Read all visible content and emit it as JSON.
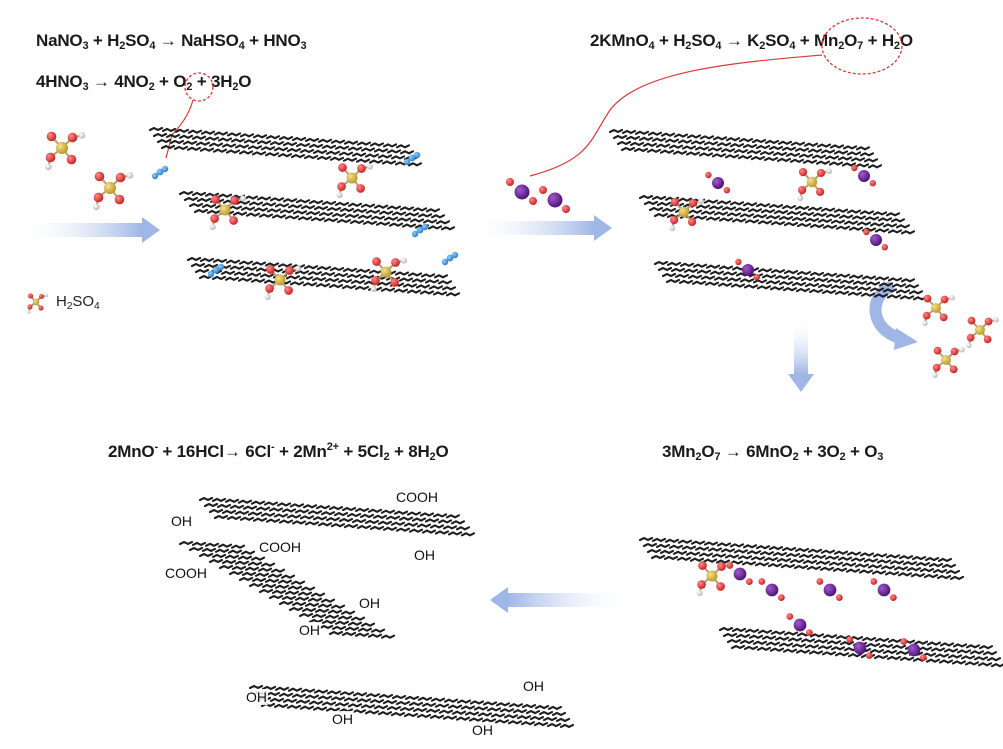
{
  "equations": {
    "eq1": {
      "parts": [
        [
          "NaNO",
          "3"
        ],
        [
          " + H",
          "2"
        ],
        [
          "SO",
          "4"
        ],
        [
          " → NaHSO",
          "4"
        ],
        [
          " + HNO",
          "3"
        ]
      ]
    },
    "eq2": {
      "parts": [
        [
          "4HNO",
          "3"
        ],
        [
          " → 4NO",
          "2"
        ],
        [
          " + O",
          "2"
        ],
        [
          " + 3H",
          "2"
        ],
        [
          "O",
          ""
        ]
      ]
    },
    "eq3": {
      "parts": [
        [
          "2KMnO",
          "4"
        ],
        [
          " + H",
          "2"
        ],
        [
          "SO",
          "4"
        ],
        [
          " → K",
          "2"
        ],
        [
          "SO",
          "4"
        ],
        [
          " + Mn",
          "2"
        ],
        [
          "O",
          "7"
        ],
        [
          " + H",
          "2"
        ],
        [
          "O",
          ""
        ]
      ]
    },
    "eq4": {
      "parts": [
        [
          "3Mn",
          "2"
        ],
        [
          "O",
          "7"
        ],
        [
          " → 6MnO",
          "2"
        ],
        [
          " + 3O",
          "2"
        ],
        [
          " + O",
          "3"
        ]
      ]
    },
    "eq5": {
      "parts": [
        [
          "2MnO",
          ""
        ],
        [
          "-",
          "sup"
        ],
        [
          " + 16HCl→ 6Cl",
          ""
        ],
        [
          "-",
          "sup"
        ],
        [
          " + 2Mn",
          ""
        ],
        [
          "2+",
          "sup"
        ],
        [
          " + 5Cl",
          "2"
        ],
        [
          " + 8H",
          "2"
        ],
        [
          "O",
          ""
        ]
      ]
    }
  },
  "legend": {
    "text": "H",
    "sub1": "2",
    "mid": "SO",
    "sub2": "4"
  },
  "groups": {
    "cooh": "COOH",
    "oh": "OH"
  },
  "colors": {
    "oxygen": "#d92b2b",
    "sulfur": "#d6b23a",
    "hydrogen": "#d6d6d6",
    "manganese": "#5b1a86",
    "nitrogen": "#3a8fd6",
    "sheet": "#1f1f1f",
    "arrow": "#9fb6e6",
    "callout": "#d63a3a"
  }
}
